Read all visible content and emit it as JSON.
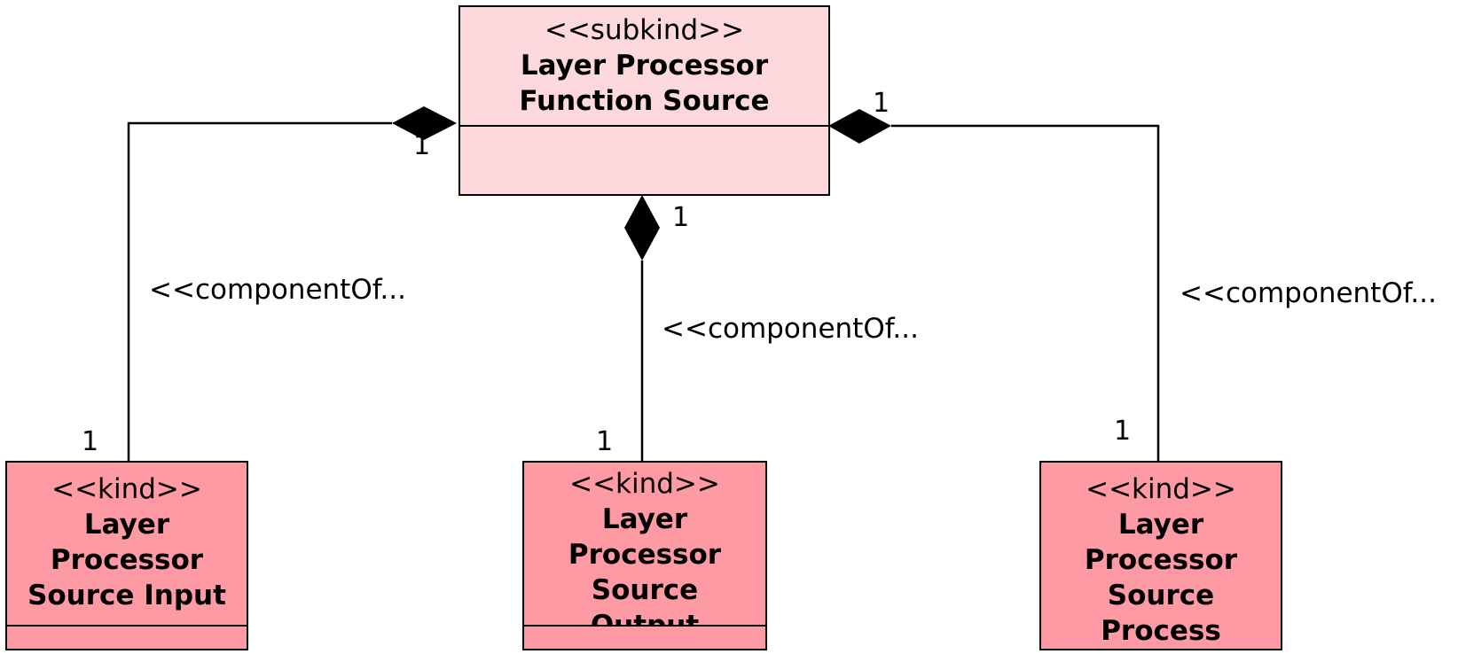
{
  "colors": {
    "parent_fill": "#fdd9de",
    "child_fill": "#fe9aa4",
    "line": "#000000"
  },
  "parent": {
    "stereotype": "<<subkind>>",
    "name_line1": "Layer Processor",
    "name_line2": "Function Source"
  },
  "children": [
    {
      "stereotype": "<<kind>>",
      "name_lines": [
        "Layer",
        "Processor",
        "Source Input"
      ]
    },
    {
      "stereotype": "<<kind>>",
      "name_lines": [
        "Layer",
        "Processor",
        "Source",
        "Output"
      ]
    },
    {
      "stereotype": "<<kind>>",
      "name_lines": [
        "Layer",
        "Processor",
        "Source",
        "Process"
      ]
    }
  ],
  "associations": [
    {
      "label": "<<componentOf...",
      "parent_multiplicity": "1",
      "child_multiplicity": "1"
    },
    {
      "label": "<<componentOf...",
      "parent_multiplicity": "1",
      "child_multiplicity": "1"
    },
    {
      "label": "<<componentOf...",
      "parent_multiplicity": "1",
      "child_multiplicity": "1"
    }
  ]
}
